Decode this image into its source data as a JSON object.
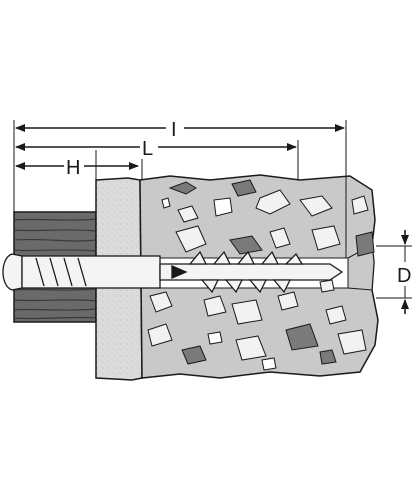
{
  "labels": {
    "l_total": "I",
    "l_anchor": "L",
    "h_fixture": "H",
    "d_diameter": "D"
  },
  "colors": {
    "outline": "#1a1a1a",
    "concrete": "#c9c9c9",
    "plaster": "#dcdcdc",
    "aggregate_dark": "#7a7a7a",
    "aggregate_light": "#f2f2f2",
    "wood": "#6a6a6a",
    "wood_grain": "#3a3a3a",
    "anchor": "#f4f4f4",
    "background": "#ffffff"
  }
}
